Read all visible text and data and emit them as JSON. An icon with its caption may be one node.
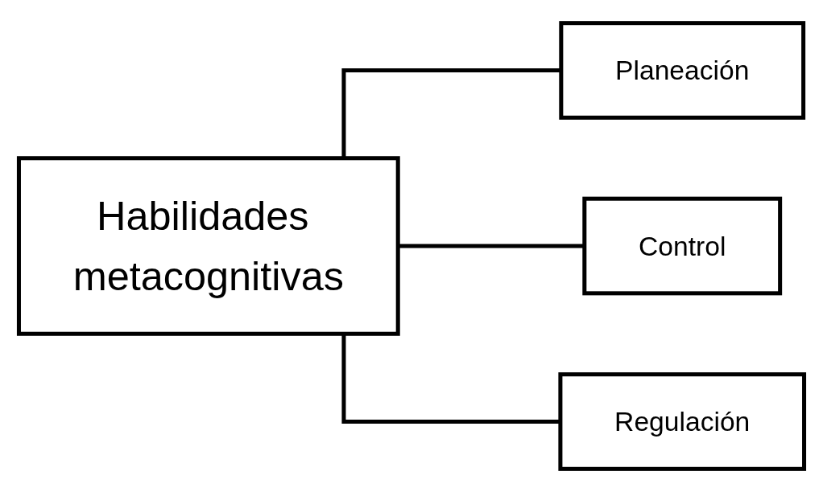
{
  "diagram": {
    "nodes": [
      {
        "text": [
          "Habilidades metacognitivas"
        ]
      },
      {
        "text": [
          "Planeación"
        ]
      },
      {
        "text": [
          "Control"
        ]
      },
      {
        "text": [
          "Regulación"
        ]
      }
    ],
    "edges": [
      {
        "from": 0,
        "to": 1,
        "arrow": "none"
      },
      {
        "from": 0,
        "to": 2,
        "arrow": "none"
      },
      {
        "from": 0,
        "to": 3,
        "arrow": "none"
      }
    ]
  }
}
